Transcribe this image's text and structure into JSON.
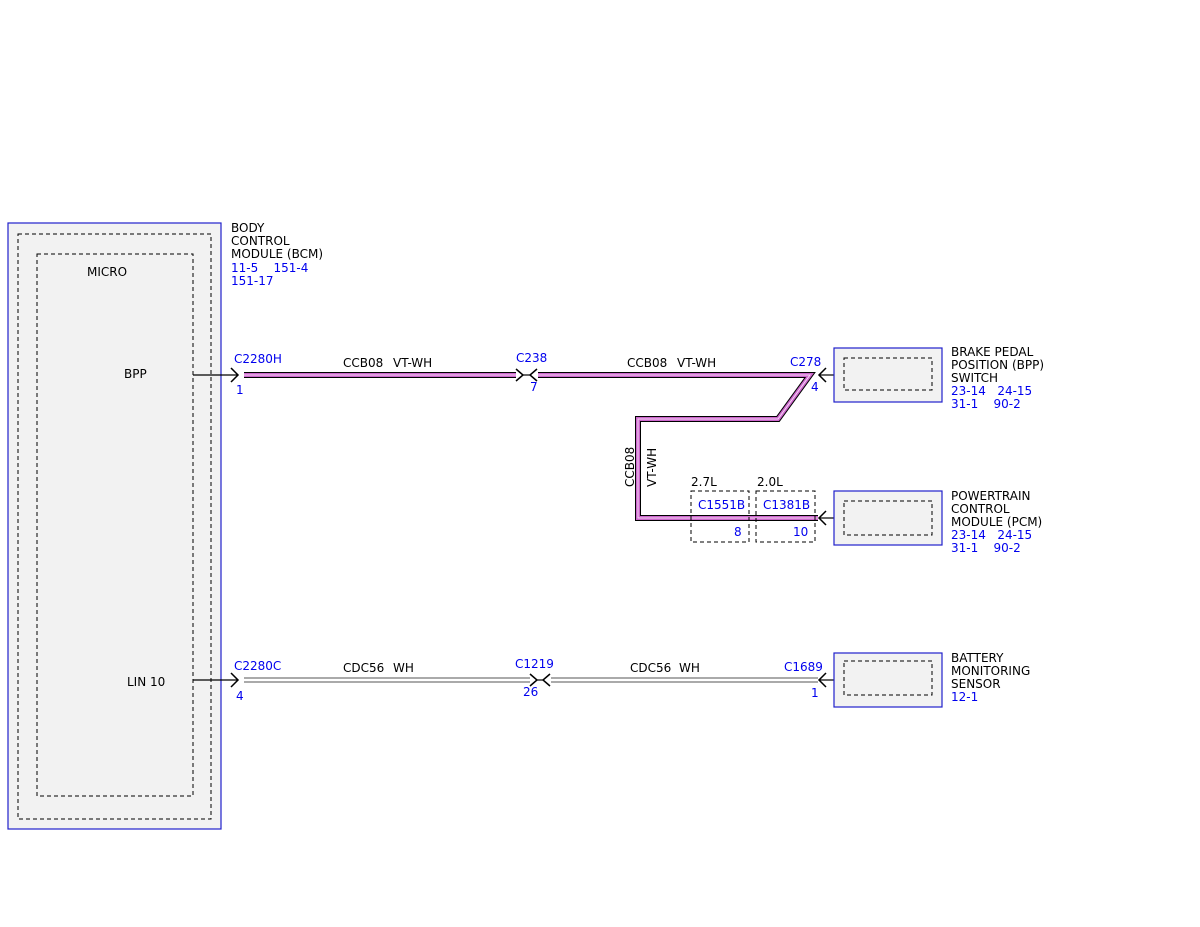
{
  "bcm": {
    "name_lines": [
      "BODY",
      "CONTROL",
      "MODULE (BCM)"
    ],
    "refs_line1": "11-5    151-4",
    "refs_line2": "151-17",
    "micro_label": "MICRO",
    "pins": {
      "bpp": "BPP",
      "lin": "LIN 10"
    }
  },
  "bpp_circuit": {
    "connector_bcm": {
      "name": "C2280H",
      "pin": "1"
    },
    "segment1": {
      "circuit": "CCB08",
      "color": "VT-WH"
    },
    "inline_connector": {
      "name": "C238",
      "pin": "7"
    },
    "segment2": {
      "circuit": "CCB08",
      "color": "VT-WH"
    },
    "connector_switch": {
      "name": "C278",
      "pin": "4"
    },
    "vertical_segment": {
      "circuit": "CCB08",
      "color": "VT-WH"
    },
    "pcm_variants": [
      {
        "engine": "2.7L",
        "connector": "C1551B",
        "pin": "8"
      },
      {
        "engine": "2.0L",
        "connector": "C1381B",
        "pin": "10"
      }
    ],
    "wire_color_hex": "#cc66cc"
  },
  "lin_circuit": {
    "connector_bcm": {
      "name": "C2280C",
      "pin": "4"
    },
    "segment1": {
      "circuit": "CDC56",
      "color": "WH"
    },
    "inline_connector": {
      "name": "C1219",
      "pin": "26"
    },
    "segment2": {
      "circuit": "CDC56",
      "color": "WH"
    },
    "connector_sensor": {
      "name": "C1689",
      "pin": "1"
    }
  },
  "components": {
    "bpp_switch": {
      "name_lines": [
        "BRAKE PEDAL",
        "POSITION (BPP)",
        "SWITCH"
      ],
      "refs_line1": "23-14   24-15",
      "refs_line2": "31-1    90-2"
    },
    "pcm": {
      "name_lines": [
        "POWERTRAIN",
        "CONTROL",
        "MODULE (PCM)"
      ],
      "refs_line1": "23-14   24-15",
      "refs_line2": "31-1    90-2"
    },
    "battery_sensor": {
      "name_lines": [
        "BATTERY",
        "MONITORING",
        "SENSOR"
      ],
      "refs_line1": "12-1"
    }
  },
  "colors": {
    "reference_blue": "#0000ee",
    "module_border": "#2020cc",
    "violet_white_wire": "#cc66cc"
  }
}
